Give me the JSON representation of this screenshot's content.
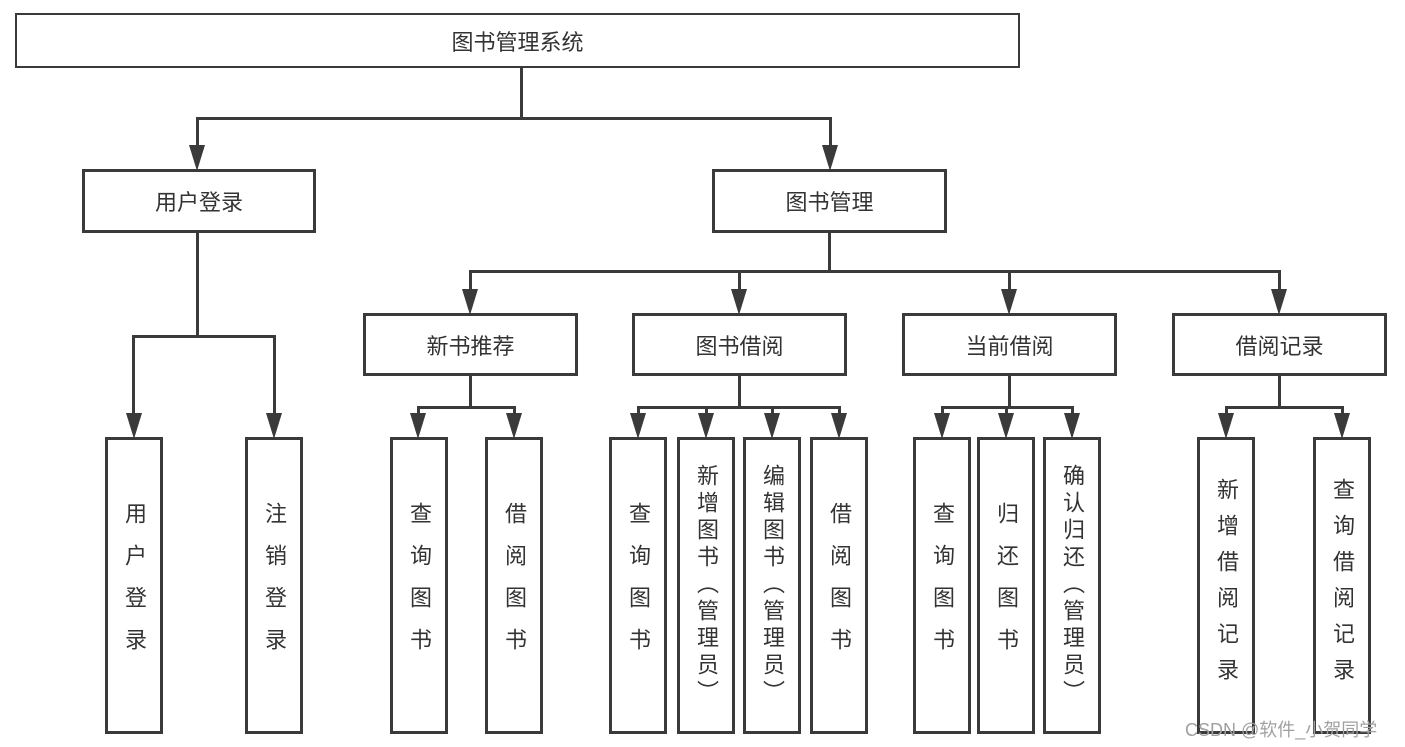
{
  "tree": {
    "label": "图书管理系统",
    "children": [
      {
        "label": "用户登录",
        "children": [
          {
            "label": "用户登录"
          },
          {
            "label": "注销登录"
          }
        ]
      },
      {
        "label": "图书管理",
        "children": [
          {
            "label": "新书推荐",
            "children": [
              {
                "label": "查询图书"
              },
              {
                "label": "借阅图书"
              }
            ]
          },
          {
            "label": "图书借阅",
            "children": [
              {
                "label": "查询图书"
              },
              {
                "label": "新增图书（管理员）"
              },
              {
                "label": "编辑图书（管理员）"
              },
              {
                "label": "借阅图书"
              }
            ]
          },
          {
            "label": "当前借阅",
            "children": [
              {
                "label": "查询图书"
              },
              {
                "label": "归还图书"
              },
              {
                "label": "确认归还（管理员）"
              }
            ]
          },
          {
            "label": "借阅记录",
            "children": [
              {
                "label": "新增借阅记录"
              },
              {
                "label": "查询借阅记录"
              }
            ]
          }
        ]
      }
    ]
  },
  "watermark": {
    "text": "CSDN @软件_小贺同学"
  },
  "colors": {
    "line": "#3a3a3a",
    "text": "#333333",
    "watermark": "#a0a0a0",
    "background": "#ffffff"
  }
}
